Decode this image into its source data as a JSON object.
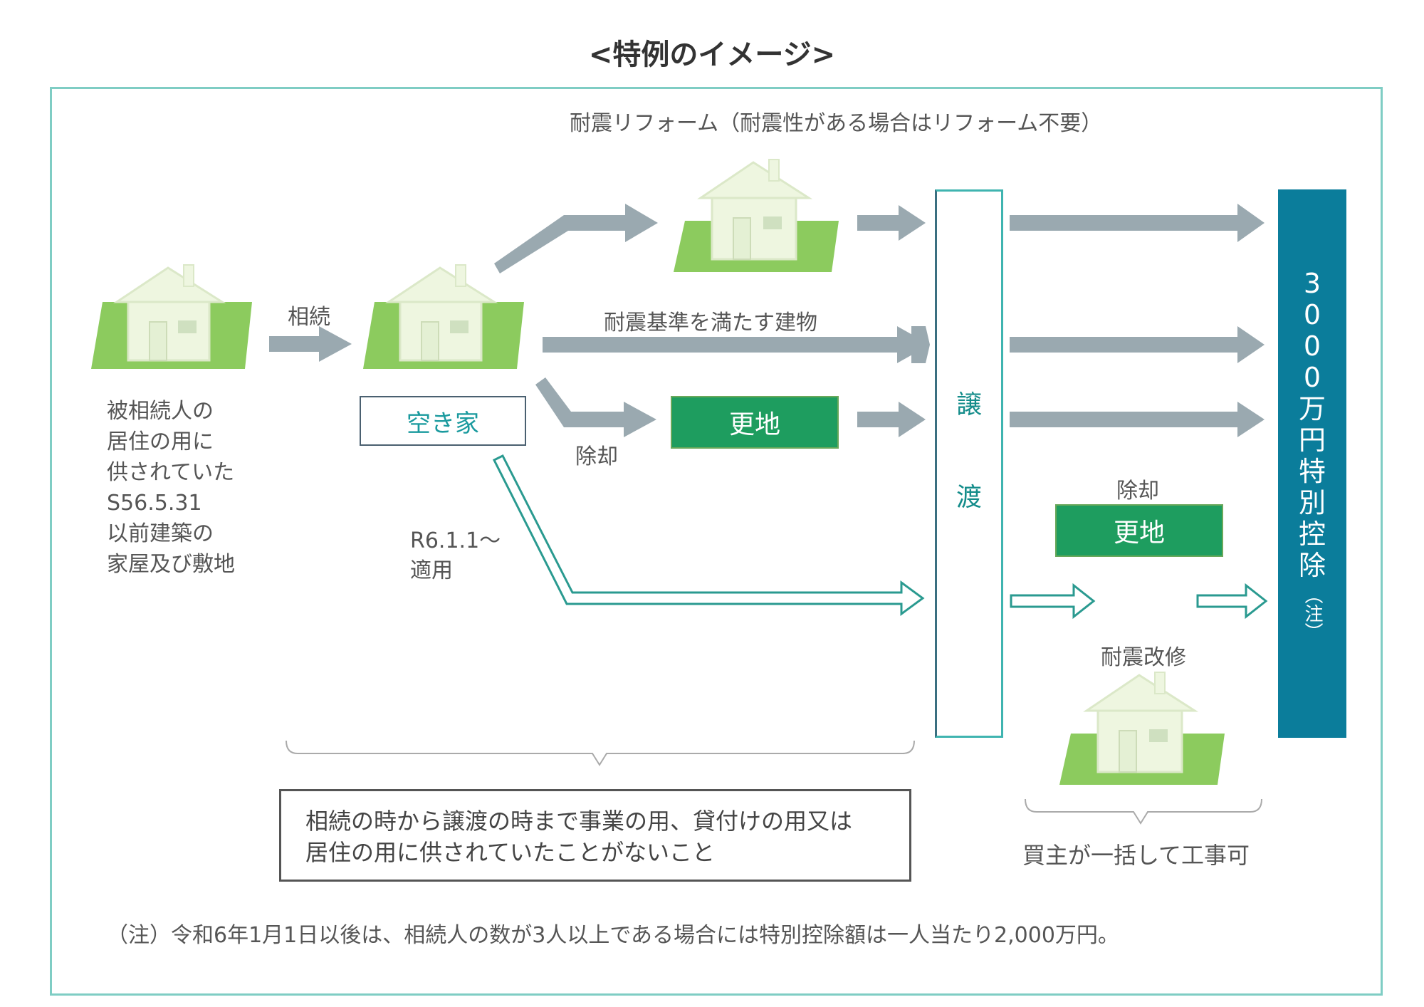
{
  "title": "<特例のイメージ>",
  "labels": {
    "reform": "耐震リフォーム（耐震性がある場合はリフォーム不要）",
    "inherit": "相続",
    "meets_standard": "耐震基準を満たす建物",
    "demolish_left": "除却",
    "r6_line1": "R6.1.1〜",
    "r6_line2": "適用",
    "demolish_right": "除却",
    "retrofit": "耐震改修",
    "buyer_works": "買主が一括して工事可"
  },
  "origin_description": [
    "被相続人の",
    "居住の用に",
    "供されていた",
    "S56.5.31",
    "以前建築の",
    "家屋及び敷地"
  ],
  "akiya": "空き家",
  "sarachi_left": "更地",
  "sarachi_right": "更地",
  "transfer": {
    "char1": "譲",
    "char2": "渡"
  },
  "deduction": {
    "text": "3000万円特別控除",
    "note": "（注）"
  },
  "condition": {
    "line1": "相続の時から譲渡の時まで事業の用、貸付けの用又は",
    "line2": "居住の用に供されていたことがないこと"
  },
  "footnote": "（注）令和6年1月1日以後は、相続人の数が3人以上である場合には特別控除額は一人当たり2,000万円。",
  "colors": {
    "frame": "#7fcdc4",
    "arrow_gray": "#9aa9b0",
    "outline_arrow": "#2a9a90",
    "grass": "#8ccb5e",
    "house": "#eef6e0",
    "sarachi": "#1e9d5f",
    "deduction": "#0b7d9b",
    "transfer_text": "#138c8a"
  }
}
